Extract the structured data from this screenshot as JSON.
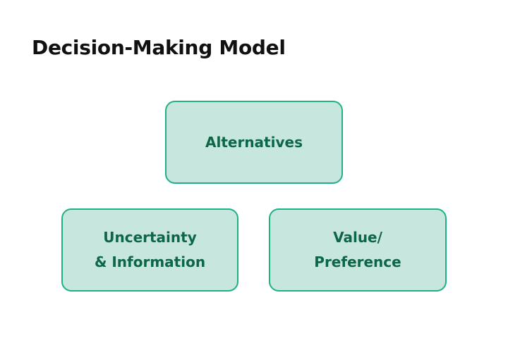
{
  "title": "Decision-Making Model",
  "colors": {
    "node_fill": "#c7e6dd",
    "node_border": "#1fb186",
    "node_text": "#0e6649",
    "title_text": "#111111",
    "background": "#ffffff"
  },
  "nodes": [
    {
      "id": "alternatives",
      "label": "Alternatives"
    },
    {
      "id": "uncertainty",
      "label": "Uncertainty\n& Information"
    },
    {
      "id": "value",
      "label": "Value/\nPreference"
    }
  ]
}
